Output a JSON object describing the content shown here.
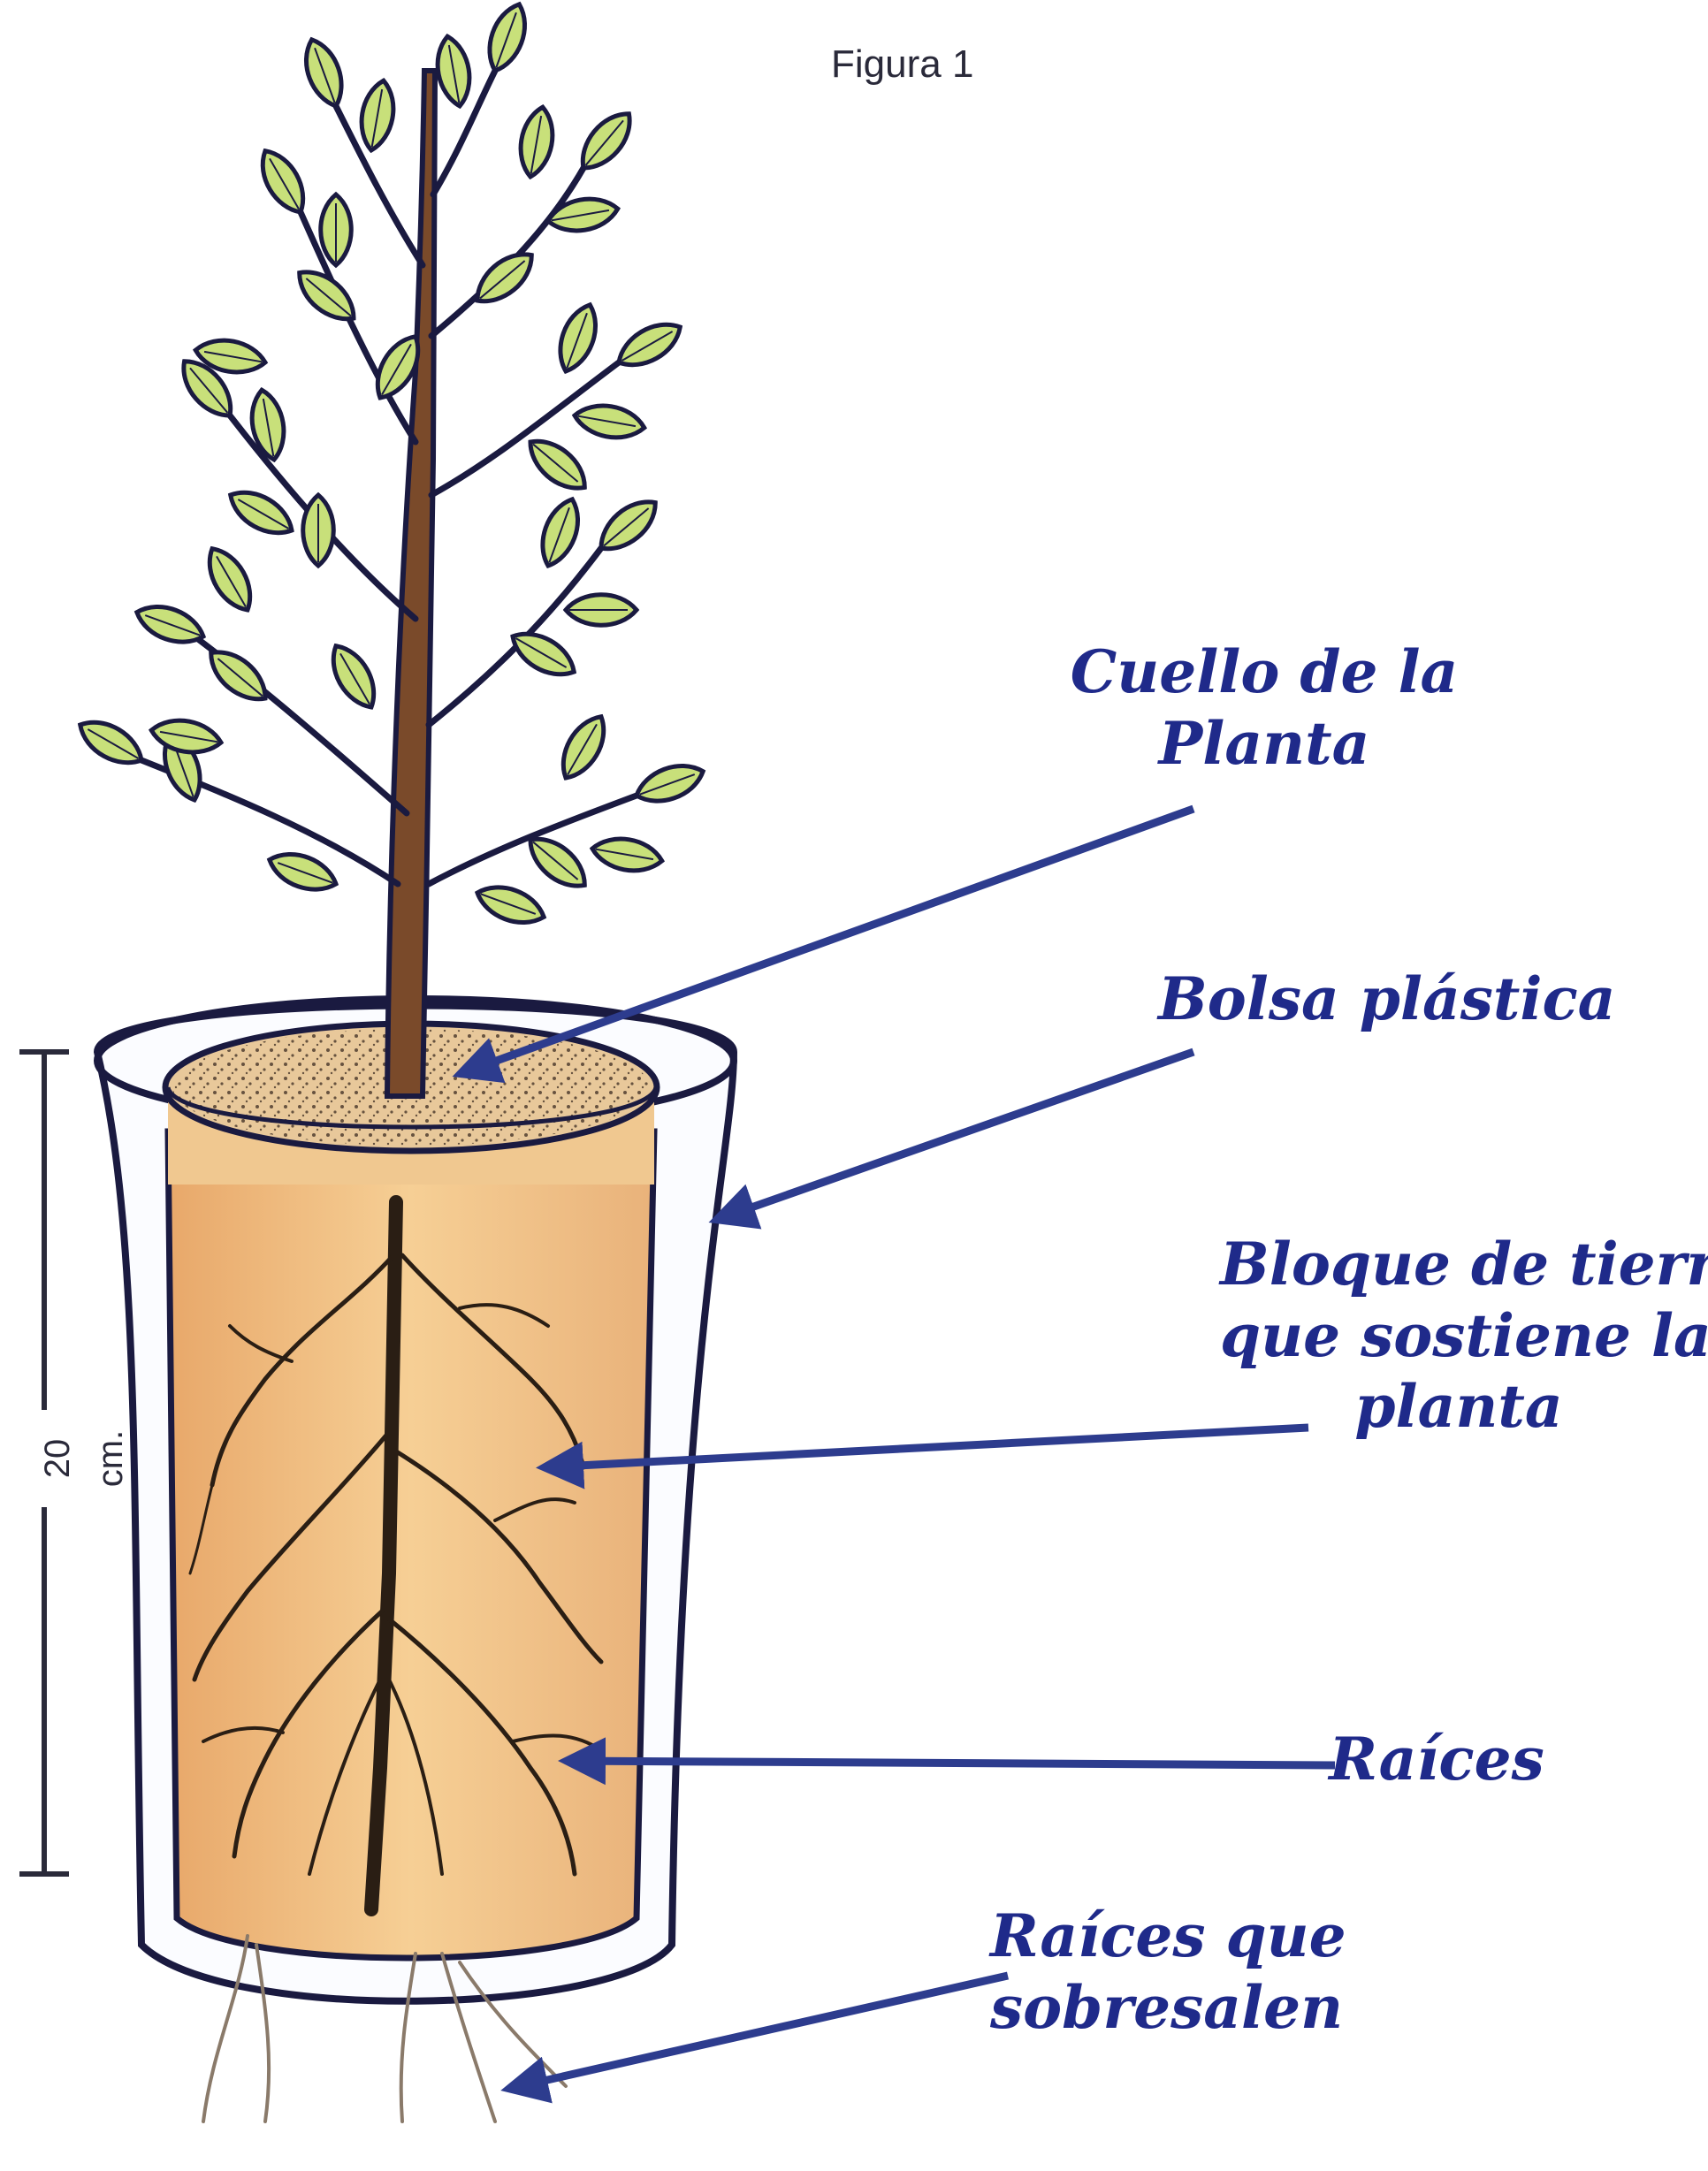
{
  "figure_title": "Figura 1",
  "scale_label": "20 cm.",
  "labels": {
    "cuello": [
      "Cuello de la",
      "Planta"
    ],
    "bolsa": [
      "Bolsa plástica"
    ],
    "bloque": [
      "Bloque de tierra",
      "que sostiene la",
      "planta"
    ],
    "raices": [
      "Raíces"
    ],
    "raices_sobresalen": [
      "Raíces que",
      "sobresalen"
    ]
  },
  "colors": {
    "label_text": "#1f2a8a",
    "arrow": "#3a4a9c",
    "outline": "#1a1a40",
    "leaf_fill": "#c8e07a",
    "soil_block": "#f0c080",
    "soil_top": "#e8c89a",
    "stem": "#7a4a2a"
  }
}
